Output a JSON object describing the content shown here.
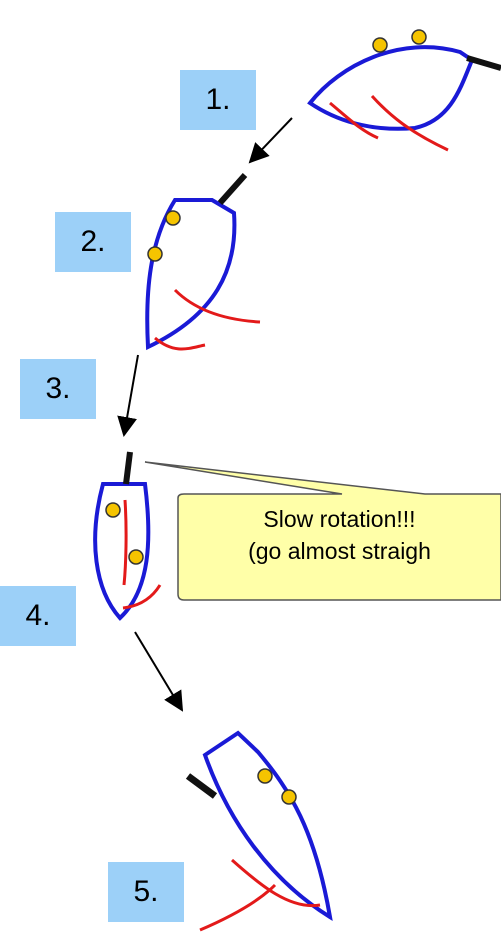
{
  "steps": [
    {
      "label": "1."
    },
    {
      "label": "2."
    },
    {
      "label": "3."
    },
    {
      "label": "4."
    },
    {
      "label": "5."
    }
  ],
  "callout": {
    "line1": "Slow rotation!!!",
    "line2": "(go almost straigh"
  },
  "colors": {
    "hull": "#1a1ad6",
    "foil": "#e31a1a",
    "tiller": "#111111",
    "crew": "#f5c400",
    "label_bg": "#9cd0f8",
    "callout_bg": "#ffffa8"
  }
}
